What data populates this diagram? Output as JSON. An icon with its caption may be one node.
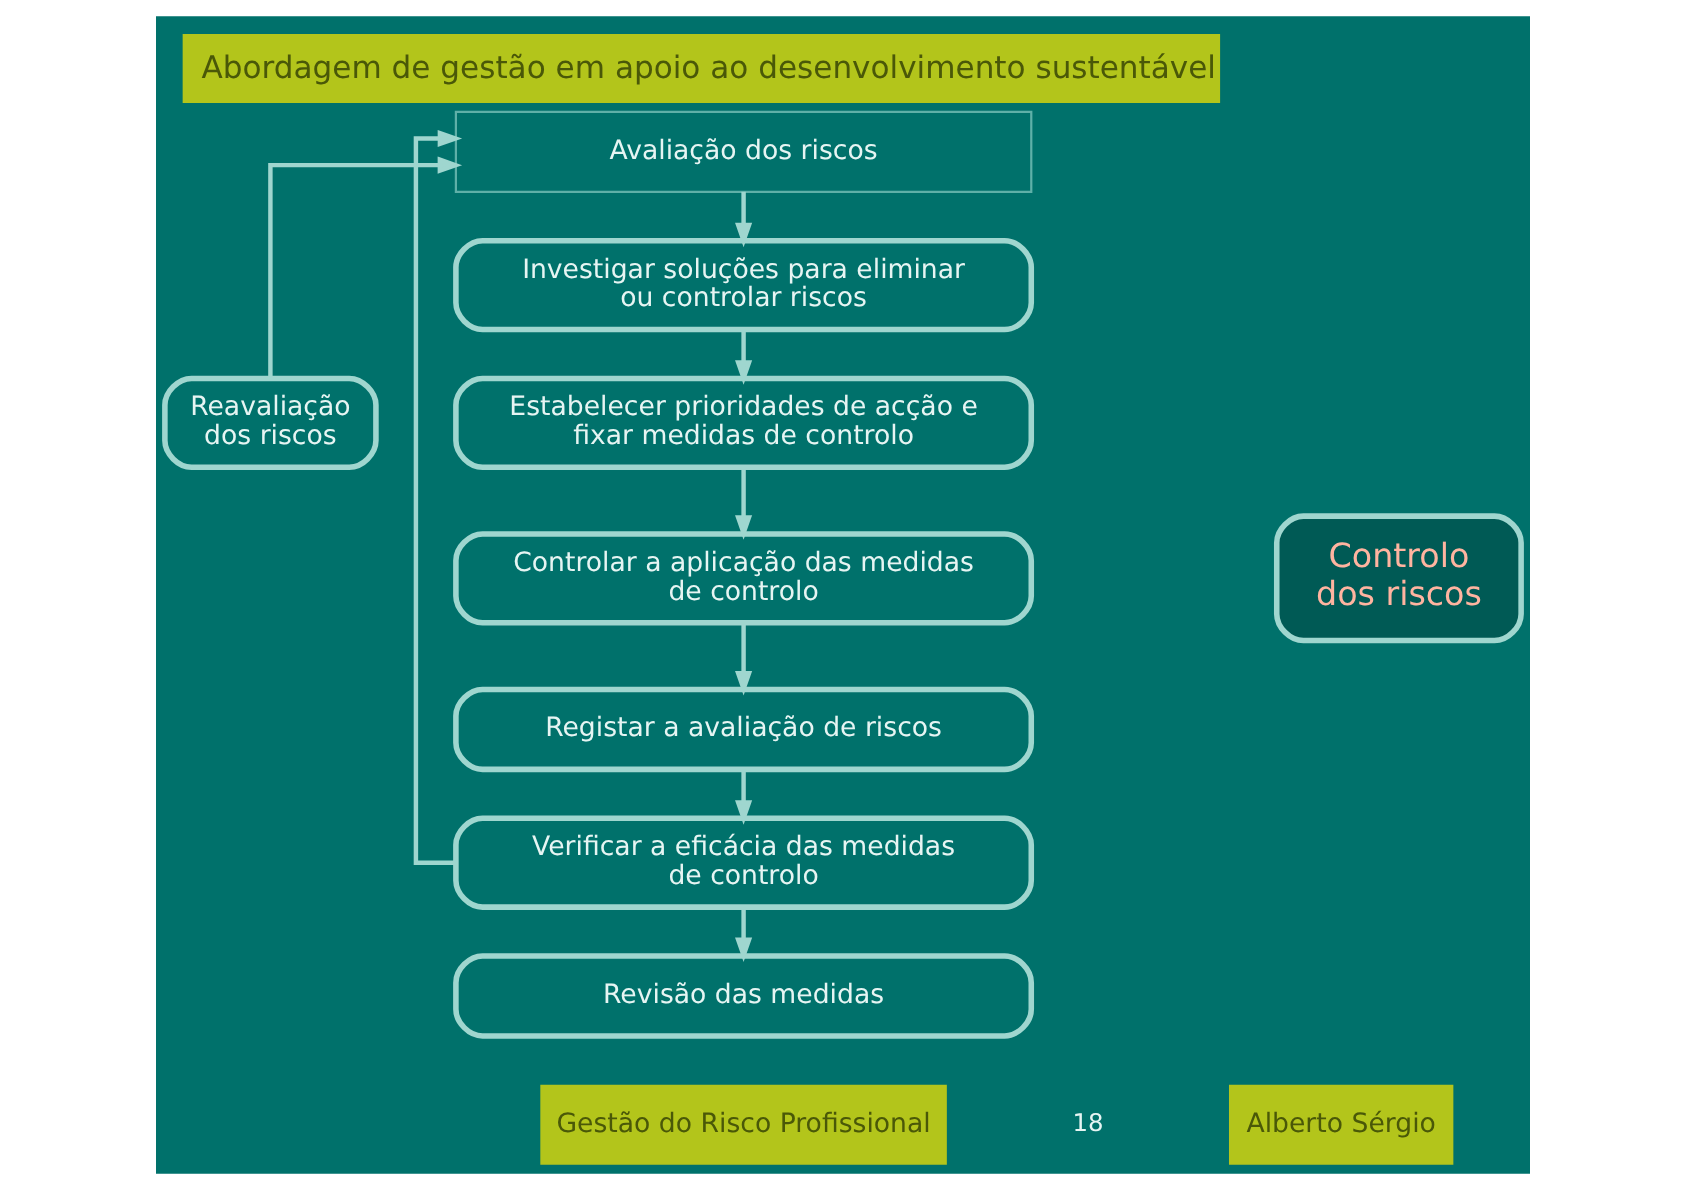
{
  "diagram": {
    "title": "Abordagem de gestão em apoio ao desenvolvimento sustentável",
    "nodes": [
      {
        "text": [
          "Avaliação dos riscos"
        ]
      },
      {
        "text": [
          "Investigar soluções para eliminar ou controlar riscos"
        ]
      },
      {
        "text": [
          "Estabelecer prioridades de acção e fixar medidas de controlo"
        ]
      },
      {
        "text": [
          "Reavaliação dos riscos"
        ]
      },
      {
        "text": [
          "Controlar a aplicação das medidas de controlo"
        ]
      },
      {
        "text": [
          "Controlo dos riscos"
        ]
      },
      {
        "text": [
          "Registar a avaliação de riscos"
        ]
      },
      {
        "text": [
          "Verificar a eficácia das medidas de controlo"
        ]
      },
      {
        "text": [
          "Revisão das medidas"
        ]
      }
    ],
    "edges": [
      {
        "from": 0,
        "to": 1,
        "arrow": "to"
      },
      {
        "from": 1,
        "to": 2,
        "arrow": "to"
      },
      {
        "from": 2,
        "to": 4,
        "arrow": "to"
      },
      {
        "from": 4,
        "to": 6,
        "arrow": "to"
      },
      {
        "from": 6,
        "to": 7,
        "arrow": "to"
      },
      {
        "from": 7,
        "to": 8,
        "arrow": "to"
      },
      {
        "from": 7,
        "to": 0,
        "arrow": "to"
      },
      {
        "from": 3,
        "to": 0,
        "arrow": "to"
      }
    ],
    "labels": [
      "18",
      "Gestão do Risco Profissional",
      "Alberto Sérgio"
    ]
  }
}
